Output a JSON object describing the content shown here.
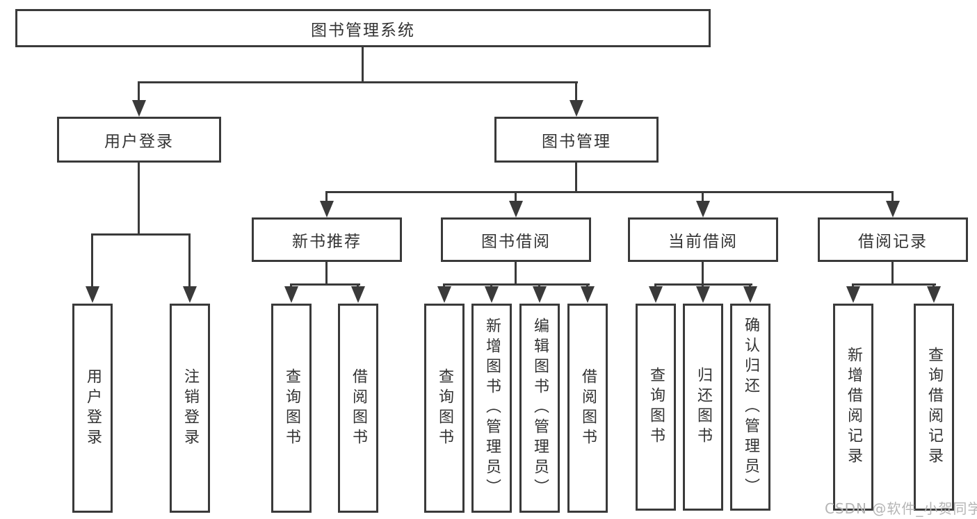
{
  "diagram_type": "functional-structure-tree",
  "colors": {
    "background": "#ffffff",
    "line": "#3a3a3a",
    "box_border": "#3a3a3a",
    "text": "#333333",
    "watermark": "#b5b5b5"
  },
  "tree": {
    "label": "图书管理系统",
    "children": [
      {
        "label": "用户登录",
        "children": [
          {
            "label": "用户登录"
          },
          {
            "label": "注销登录"
          }
        ]
      },
      {
        "label": "图书管理",
        "children": [
          {
            "label": "新书推荐",
            "children": [
              {
                "label": "查询图书"
              },
              {
                "label": "借阅图书"
              }
            ]
          },
          {
            "label": "图书借阅",
            "children": [
              {
                "label": "查询图书"
              },
              {
                "label": "新增图书（管理员）"
              },
              {
                "label": "编辑图书（管理员）"
              },
              {
                "label": "借阅图书"
              }
            ]
          },
          {
            "label": "当前借阅",
            "children": [
              {
                "label": "查询图书"
              },
              {
                "label": "归还图书"
              },
              {
                "label": "确认归还（管理员）"
              }
            ]
          },
          {
            "label": "借阅记录",
            "children": [
              {
                "label": "新增借阅记录"
              },
              {
                "label": "查询借阅记录"
              }
            ]
          }
        ]
      }
    ]
  },
  "watermark": {
    "text": "CSDN @软件_小贺同学"
  }
}
